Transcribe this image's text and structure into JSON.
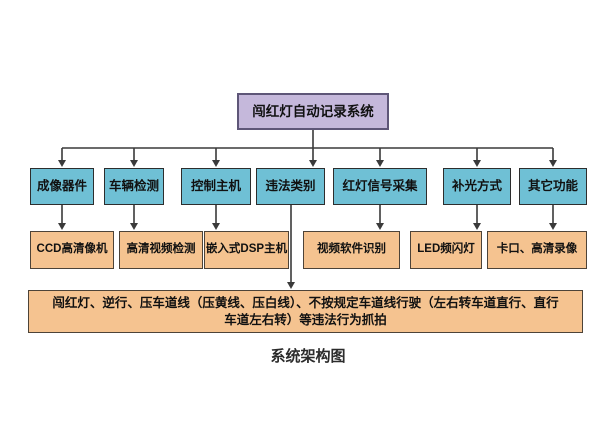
{
  "diagram": {
    "root": "闯红灯自动记录系统",
    "modules": [
      "成像器件",
      "车辆检测",
      "控制主机",
      "违法类别",
      "红灯信号采集",
      "补光方式",
      "其它功能"
    ],
    "components": [
      "CCD高清像机",
      "高清视频检测",
      "嵌入式DSP主机",
      "视频软件识别",
      "LED频闪灯",
      "卡口、高清录像"
    ],
    "violation_note_line1": "闯红灯、逆行、压车道线（压黄线、压白线）、不按规定车道线行驶（左右转车道直行、直行",
    "violation_note_line2": "车道左右转）等违法行为抓拍",
    "caption": "系统架构图",
    "colors": {
      "background": "#ffffff",
      "root_fill": "#c5b8db",
      "root_border": "#5e5678",
      "module_fill": "#6fc0d5",
      "module_border": "#2d2d2d",
      "component_fill": "#f5c390",
      "component_border": "#4d4338",
      "connector": "#3a3a3a",
      "text": "#111111"
    }
  }
}
